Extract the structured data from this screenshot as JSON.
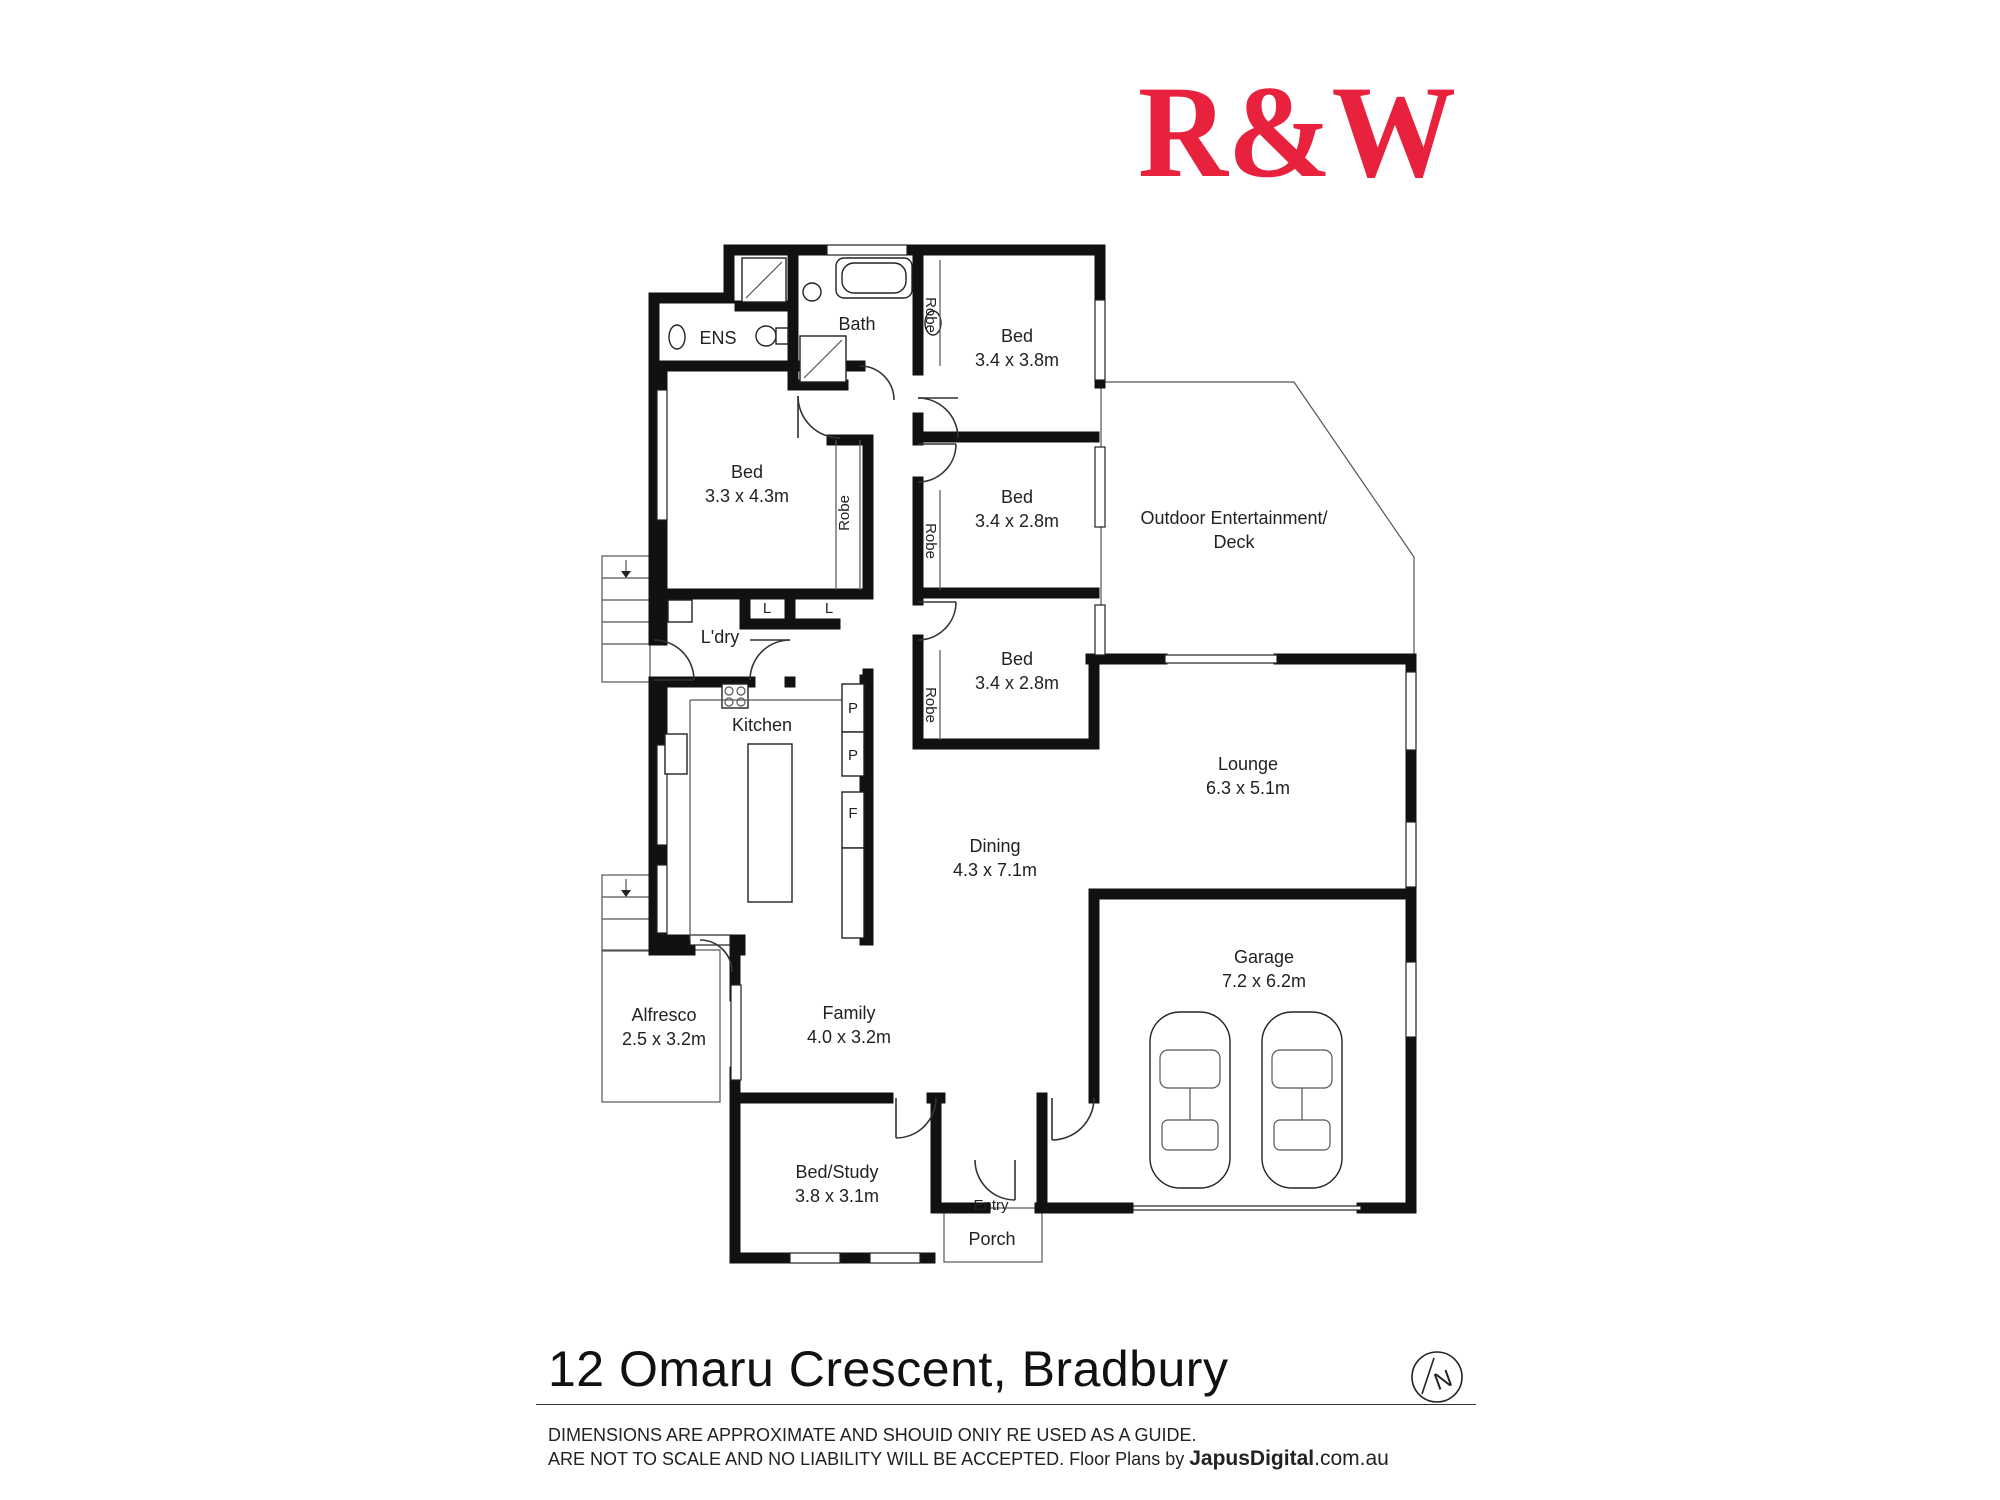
{
  "brand": {
    "logo_text": "R&W",
    "logo_color": "#e8213d"
  },
  "rooms": {
    "ens": "ENS",
    "bath": "Bath",
    "robe1": "Robe",
    "bed1": {
      "name": "Bed",
      "size": "3.4 x 3.8m"
    },
    "bed_master": {
      "name": "Bed",
      "size": "3.3 x 4.3m"
    },
    "robe_master": "Robe",
    "bed2": {
      "name": "Bed",
      "size": "3.4 x 2.8m"
    },
    "robe2": "Robe",
    "bed3": {
      "name": "Bed",
      "size": "3.4 x 2.8m"
    },
    "robe3": "Robe",
    "deck": {
      "line1": "Outdoor Entertainment/",
      "line2": "Deck"
    },
    "laundry": "L'dry",
    "linen1": "L",
    "linen2": "L",
    "kitchen": "Kitchen",
    "pantry1": "P",
    "pantry2": "P",
    "fridge": "F",
    "lounge": {
      "name": "Lounge",
      "size": "6.3 x 5.1m"
    },
    "dining": {
      "name": "Dining",
      "size": "4.3 x 7.1m"
    },
    "garage": {
      "name": "Garage",
      "size": "7.2 x 6.2m"
    },
    "alfresco": {
      "name": "Alfresco",
      "size": "2.5 x 3.2m"
    },
    "family": {
      "name": "Family",
      "size": "4.0 x 3.2m"
    },
    "study": {
      "name": "Bed/Study",
      "size": "3.8 x 3.1m"
    },
    "entry": "Entry",
    "porch": "Porch"
  },
  "address": "12 Omaru Crescent, Bradbury",
  "disclaimer": {
    "line1": "DIMENSIONS ARE APPROXIMATE AND SHOUID ONIY RE USED AS A GUIDE.",
    "line2": "ARE NOT TO SCALE AND NO LIABILITY WILL BE ACCEPTED. Floor Plans by",
    "brand": "JapusDigital",
    "domain": ".com.au"
  },
  "north_arrow": {
    "letter": "N",
    "icon": "north-arrow-icon"
  }
}
